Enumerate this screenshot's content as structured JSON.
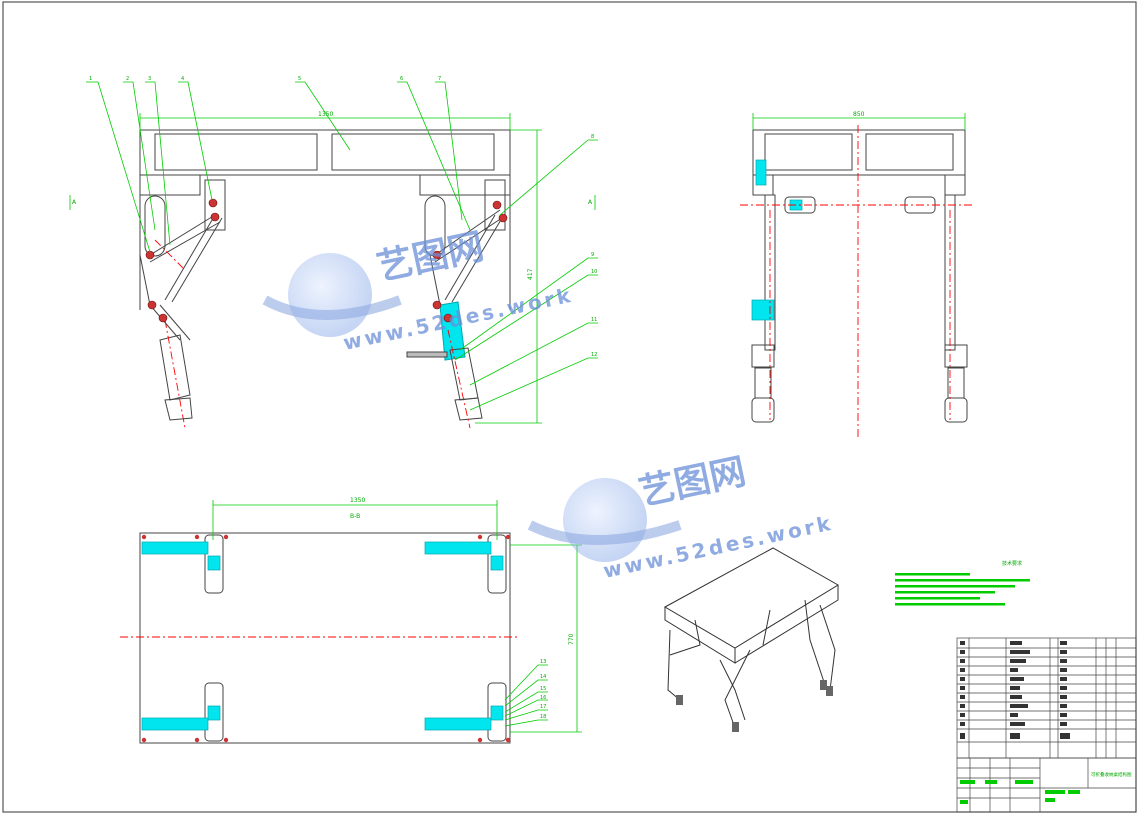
{
  "dimensions": {
    "front_width": "1350",
    "front_height": "417",
    "side_width": "850",
    "plan_width": "1350",
    "plan_sub": "B-B",
    "plan_height": "770"
  },
  "section_marks": {
    "left": "A",
    "right": "A"
  },
  "callouts_front": [
    "1",
    "2",
    "3",
    "4",
    "5",
    "6",
    "7",
    "8",
    "9",
    "10",
    "11",
    "12"
  ],
  "callouts_plan": [
    "13",
    "14",
    "15",
    "16",
    "17",
    "18"
  ],
  "notes_title": "技术要求",
  "watermark": {
    "cn": "艺图网",
    "url": "www.52des.work"
  },
  "title_block": {
    "drawing_name": "可折叠收纳桌结构图"
  },
  "colors": {
    "line": "#444444",
    "dim": "#00cc00",
    "center": "#ff0000",
    "part": "#00e5ee",
    "watermark": "#6a8fd8"
  }
}
